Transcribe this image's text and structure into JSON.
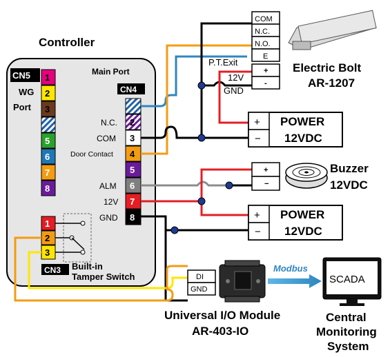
{
  "controller": {
    "title": "Controller",
    "main_port": "Main Port",
    "cn4": "CN4",
    "cn5": "CN5",
    "wg_port_line1": "WG",
    "wg_port_line2": "Port",
    "cn3": "CN3",
    "tamper_line1": "Built-in",
    "tamper_line2": "Tamper Switch",
    "cn4_labels": {
      "nc": "N.C.",
      "com": "COM",
      "door_contact": "Door Contact",
      "alm": "ALM",
      "v12": "12V",
      "gnd": "GND"
    },
    "pins": [
      "1",
      "2",
      "3",
      "4",
      "5",
      "6",
      "7",
      "8"
    ]
  },
  "electric_bolt": {
    "terminals": [
      "COM",
      "N.C.",
      "N.O.",
      "E",
      "+",
      "-"
    ],
    "pt_exit": "P.T.Exit",
    "v12": "12V",
    "gnd": "GND",
    "name_line1": "Electric Bolt",
    "name_line2": "AR-1207"
  },
  "power1": {
    "plus": "+",
    "minus": "−",
    "line1": "POWER",
    "line2": "12VDC"
  },
  "power2": {
    "plus": "+",
    "minus": "−",
    "line1": "POWER",
    "line2": "12VDC"
  },
  "buzzer": {
    "plus": "+",
    "minus": "−",
    "line1": "Buzzer",
    "line2": "12VDC"
  },
  "io_module": {
    "di": "DI",
    "gnd": "GND",
    "name_line1": "Universal I/O Module",
    "name_line2": "AR-403-IO"
  },
  "modbus": "Modbus",
  "scada": {
    "screen": "SCADA",
    "line1": "Central",
    "line2": "Monitoring",
    "line3": "System"
  },
  "colors": {
    "wire_black": "#000000",
    "wire_red": "#e31e24",
    "wire_orange": "#f39c12",
    "wire_gray": "#8c8c8c",
    "wire_yellow": "#ffe600",
    "wire_blue": "#2e86c1",
    "pin_magenta": "#e4007f",
    "pin_yellow": "#ffe600",
    "pin_brown": "#6b3a1e",
    "pin_green": "#2ca02c",
    "pin_blue": "#1f77b4",
    "pin_orange": "#f39c12",
    "pin_purple": "#6a1b9a",
    "pin_gray": "#7f7f7f",
    "pin_red": "#e31e24",
    "pin_black": "#000000"
  }
}
